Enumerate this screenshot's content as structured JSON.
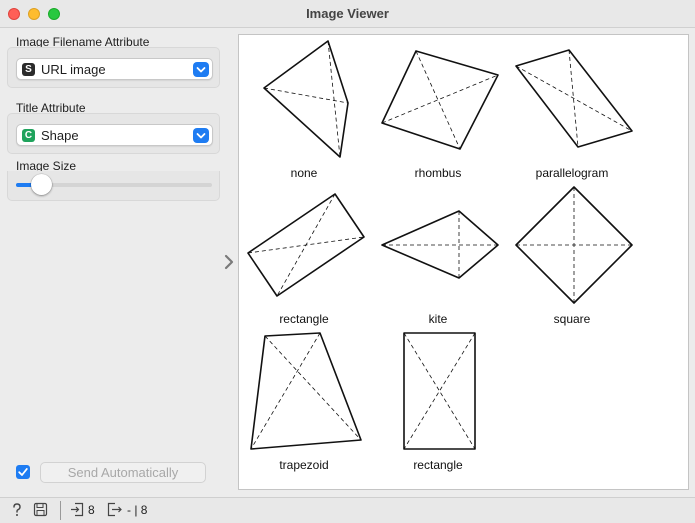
{
  "window": {
    "title": "Image Viewer"
  },
  "controls": {
    "image_filename": {
      "label": "Image Filename Attribute",
      "badge": "S",
      "badge_color": "#2b2b2b",
      "value": "URL image"
    },
    "title_attr": {
      "label": "Title Attribute",
      "badge": "C",
      "badge_color": "#1fa35c",
      "value": "Shape"
    },
    "image_size": {
      "label": "Image Size",
      "level": 0.13
    },
    "auto_send": {
      "checked": true,
      "label": "Send Automatically"
    }
  },
  "images": [
    {
      "title": "none"
    },
    {
      "title": "rhombus"
    },
    {
      "title": "parallelogram"
    },
    {
      "title": "rectangle"
    },
    {
      "title": "kite"
    },
    {
      "title": "square"
    },
    {
      "title": "trapezoid"
    },
    {
      "title": "rectangle"
    }
  ],
  "status": {
    "input_count": "8",
    "output_count": "- | 8"
  },
  "colors": {
    "accent": "#1e7cf2"
  }
}
